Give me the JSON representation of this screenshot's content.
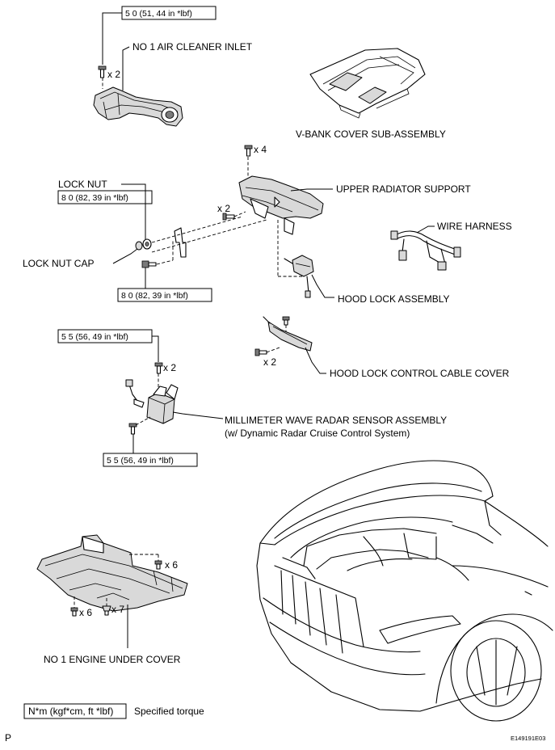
{
  "labels": {
    "air_cleaner_inlet": "NO  1 AIR CLEANER INLET",
    "vbank_cover": "V-BANK COVER SUB-ASSEMBLY",
    "lock_nut": "LOCK NUT",
    "upper_radiator_support": "UPPER RADIATOR SUPPORT",
    "wire_harness": "WIRE HARNESS",
    "lock_nut_cap": "LOCK NUT CAP",
    "hood_lock_assembly": "HOOD LOCK ASSEMBLY",
    "hood_lock_control_cable_cover": "HOOD LOCK CONTROL CABLE COVER",
    "mmw_radar_sensor": "MILLIMETER WAVE RADAR SENSOR ASSEMBLY",
    "mmw_radar_sensor_note": "(w/ Dynamic Radar Cruise Control System)",
    "engine_under_cover": "NO  1 ENGINE UNDER COVER"
  },
  "torque_specs": {
    "air_cleaner": "5 0 (51, 44 in *lbf)",
    "lock_nut": "8 0 (82, 39 in *lbf)",
    "lock_nut_cap_bolt": "8 0 (82, 39 in *lbf)",
    "radar_upper": "5 5 (56, 49 in *lbf)",
    "radar_lower": "5 5 (56, 49 in *lbf)"
  },
  "quantities": {
    "air_cleaner_bolt": "x 2",
    "upper_support_bolts": "x 4",
    "upper_support_side_bolts": "x 2",
    "cable_cover_bolts": "x 2",
    "radar_bolts": "x 2",
    "under_cover_right": "x 6",
    "under_cover_left": "x 6",
    "under_cover_clips": "x 7"
  },
  "legend": {
    "unit": "N*m (kgf*cm, ft *lbf)",
    "description": "Specified torque"
  },
  "footer": {
    "left_code": "P",
    "figure_id": "E149191E03"
  },
  "colors": {
    "line": "#000000",
    "background": "#ffffff",
    "part_shade": "#d9d9d9"
  }
}
